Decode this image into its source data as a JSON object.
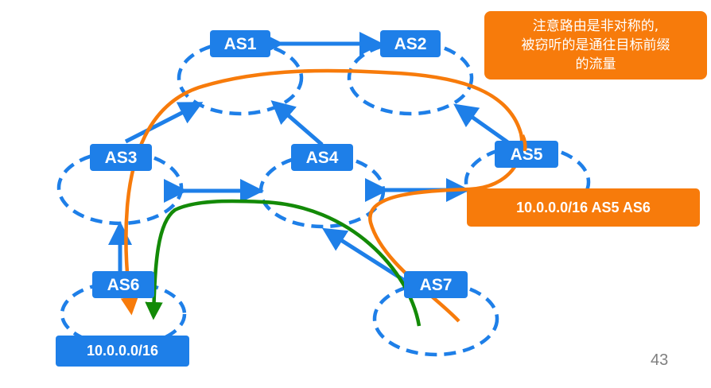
{
  "callout": {
    "line1": "注意路由是非对称的,",
    "line2": "被窃听的是通往目标前缀",
    "line3": "的流量"
  },
  "nodes": {
    "as1": "AS1",
    "as2": "AS2",
    "as3": "AS3",
    "as4": "AS4",
    "as5": "AS5",
    "as6": "AS6",
    "as7": "AS7"
  },
  "route_announcement": "10.0.0.0/16 AS5 AS6",
  "origin_prefix": "10.0.0.0/16",
  "slide_number": "43",
  "colors": {
    "node_blue": "#1e7fe8",
    "hijack_orange": "#f77b0b",
    "legit_green": "#138a07",
    "text_white": "#ffffff"
  }
}
